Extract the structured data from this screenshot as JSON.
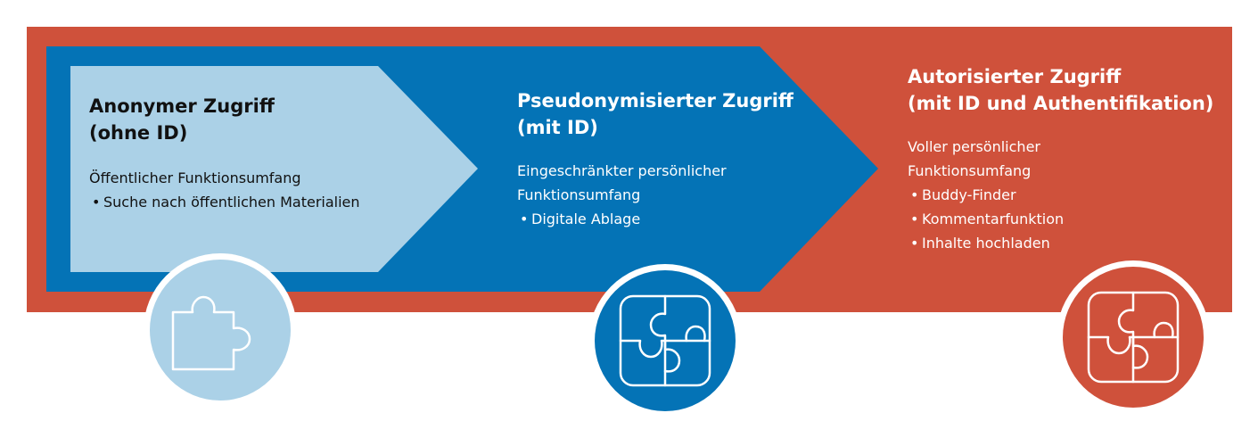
{
  "colors": {
    "red": "#cf513b",
    "blue": "#0473b6",
    "light_blue": "#abd1e7",
    "white": "#ffffff",
    "dark_text": "#111111"
  },
  "stages": [
    {
      "title_line1": "Anonymer Zugriff",
      "title_line2": "(ohne ID)",
      "desc_lines": [
        "Öffentlicher Funktionsumfang"
      ],
      "bullets": [
        "Suche nach öffentlichen Materialien"
      ],
      "icon": "single-puzzle-piece-icon"
    },
    {
      "title_line1": "Pseudonymisierter Zugriff",
      "title_line2": "(mit ID)",
      "desc_lines": [
        "Eingeschränkter persönlicher",
        "Funktionsumfang"
      ],
      "bullets": [
        "Digitale Ablage"
      ],
      "icon": "four-puzzle-pieces-icon"
    },
    {
      "title_line1": "Autorisierter Zugriff",
      "title_line2": "(mit ID und Authentifikation)",
      "desc_lines": [
        "Voller persönlicher",
        "Funktionsumfang"
      ],
      "bullets": [
        "Buddy-Finder",
        "Kommentarfunktion",
        "Inhalte hochladen"
      ],
      "icon": "four-puzzle-pieces-icon"
    }
  ]
}
